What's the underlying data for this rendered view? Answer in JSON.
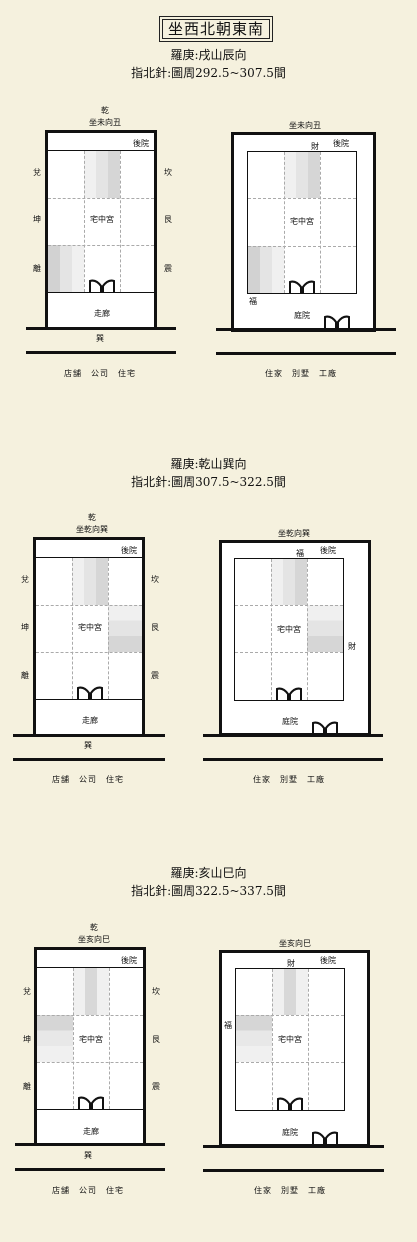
{
  "header": {
    "title": "坐西北朝東南",
    "sections": [
      {
        "luogeng": "羅庚:戌山辰向",
        "compass": "指北針:圖周292.5~307.5間"
      },
      {
        "luogeng": "羅庚:乾山巽向",
        "compass": "指北針:圖周307.5~322.5間"
      },
      {
        "luogeng": "羅庚:亥山巳向",
        "compass": "指北針:圖周322.5~337.5間"
      }
    ]
  },
  "diagrams": [
    {
      "left": {
        "top_gua": "乾",
        "sitting": "坐未向丑",
        "houyuan": "後院",
        "center": "宅中宮",
        "side_left": [
          "兌",
          "坤",
          "離"
        ],
        "side_right": [
          "坎",
          "艮",
          "震"
        ],
        "corridor": "走廊",
        "bottom_gua": "巽",
        "caption": "店舖　公司　住宅"
      },
      "right": {
        "sitting": "坐未向丑",
        "houyuan": "後院",
        "center": "宅中宮",
        "cai": "財",
        "fu": "福",
        "yard": "庭院",
        "caption": "住家　別墅　工廠"
      }
    },
    {
      "left": {
        "top_gua": "乾",
        "sitting": "坐乾向巽",
        "houyuan": "後院",
        "center": "宅中宮",
        "side_left": [
          "兌",
          "坤",
          "離"
        ],
        "side_right": [
          "坎",
          "艮",
          "震"
        ],
        "corridor": "走廊",
        "bottom_gua": "巽",
        "caption": "店舖　公司　住宅"
      },
      "right": {
        "sitting": "坐乾向巽",
        "houyuan": "後院",
        "center": "宅中宮",
        "cai": "財",
        "fu": "福",
        "yard": "庭院",
        "caption": "住家　別墅　工廠"
      }
    },
    {
      "left": {
        "top_gua": "乾",
        "sitting": "坐亥向巳",
        "houyuan": "後院",
        "center": "宅中宮",
        "side_left": [
          "兌",
          "坤",
          "離"
        ],
        "side_right": [
          "坎",
          "艮",
          "震"
        ],
        "corridor": "走廊",
        "bottom_gua": "巽",
        "caption": "店舖　公司　住宅"
      },
      "right": {
        "sitting": "坐亥向巳",
        "houyuan": "後院",
        "center": "宅中宮",
        "cai": "財",
        "fu": "福",
        "yard": "庭院",
        "caption": "住家　別墅　工廠"
      }
    }
  ]
}
